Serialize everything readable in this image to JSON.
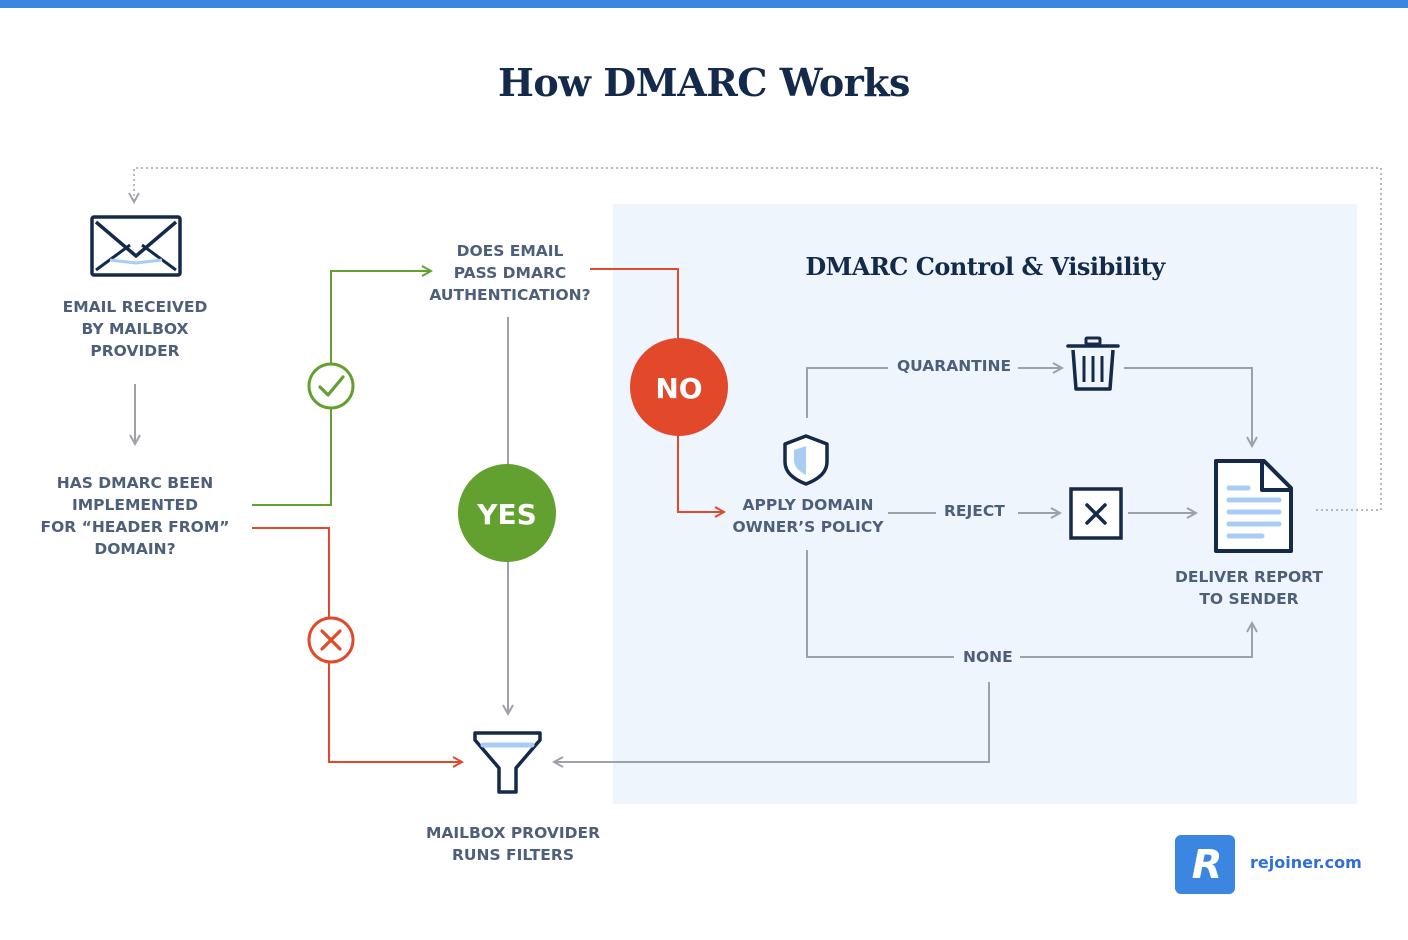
{
  "title": "How DMARC Works",
  "panel": {
    "title": "DMARC Control & Visibility"
  },
  "nodes": {
    "email_received": [
      "EMAIL RECEIVED",
      "BY MAILBOX",
      "PROVIDER"
    ],
    "has_dmarc": [
      "HAS DMARC BEEN",
      "IMPLEMENTED",
      "FOR “HEADER FROM”",
      "DOMAIN?"
    ],
    "pass_auth": [
      "DOES EMAIL",
      "PASS DMARC",
      "AUTHENTICATION?"
    ],
    "apply_policy": [
      "APPLY DOMAIN",
      "OWNER’S POLICY"
    ],
    "deliver_report": [
      "DELIVER REPORT",
      "TO SENDER"
    ],
    "mailbox_filters": [
      "MAILBOX PROVIDER",
      "RUNS FILTERS"
    ]
  },
  "edges": {
    "quarantine": "QUARANTINE",
    "reject": "REJECT",
    "none": "NONE"
  },
  "decisions": {
    "yes": "YES",
    "no": "NO"
  },
  "brand": {
    "name": "rejoiner.com",
    "logo_letter": "R"
  },
  "icons": [
    "envelope-icon",
    "check-circle-icon",
    "x-circle-icon",
    "shield-icon",
    "trash-icon",
    "x-box-icon",
    "document-icon",
    "funnel-icon",
    "rejoiner-logo-icon"
  ],
  "colors": {
    "accent_blue": "#3a86e0",
    "navy": "#142a4a",
    "label": "#4e6079",
    "green": "#62a12f",
    "red": "#e2492a",
    "gray_line": "#9ea2a8",
    "panel_bg": "#eef5fd",
    "light_blue": "#a9cdf2"
  }
}
